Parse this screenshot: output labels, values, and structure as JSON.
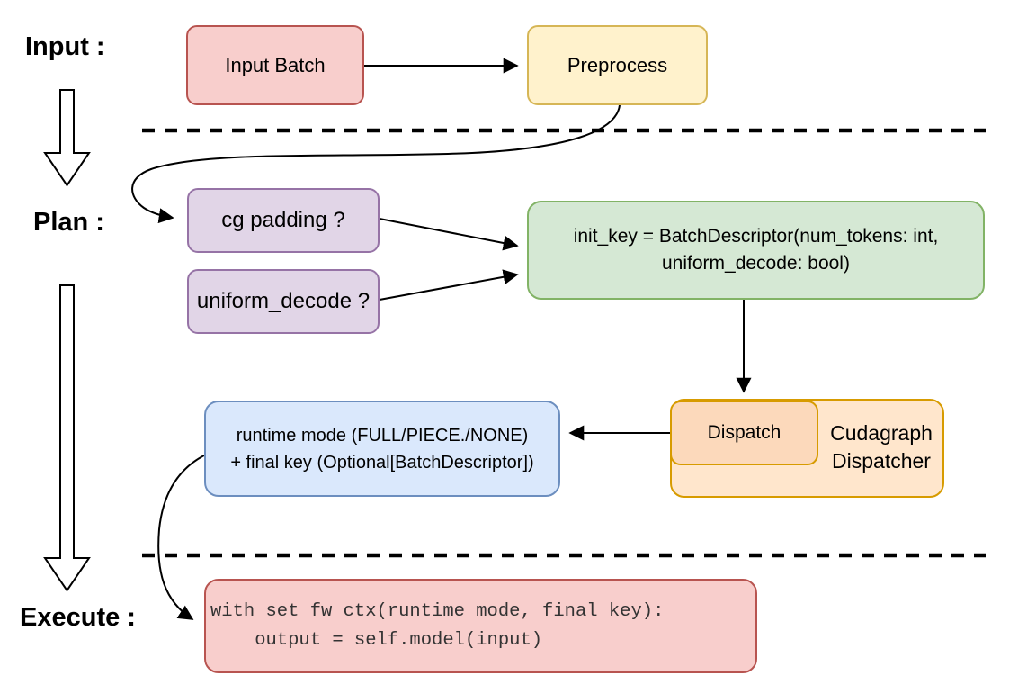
{
  "stages": {
    "input_label": "Input :",
    "plan_label": "Plan :",
    "execute_label": "Execute :"
  },
  "nodes": {
    "input_batch": "Input Batch",
    "preprocess": "Preprocess",
    "cg_padding": "cg padding ?",
    "uniform_decode": "uniform_decode ?",
    "init_key": "init_key = BatchDescriptor(num_tokens: int,\nuniform_decode: bool)",
    "dispatch": "Dispatch",
    "cudagraph_dispatcher": "Cudagraph\nDispatcher",
    "runtime_result": "runtime mode (FULL/PIECE./NONE)\n+ final key (Optional[BatchDescriptor])",
    "execute_code": "with set_fw_ctx(runtime_mode, final_key):\n    output = self.model(input)"
  },
  "palette": {
    "red_fill": "#f8cecc",
    "red_stroke": "#b85450",
    "yellow_fill": "#fff2cc",
    "yellow_stroke": "#d6b656",
    "purple_fill": "#e1d5e7",
    "purple_stroke": "#9673a6",
    "green_fill": "#d5e8d4",
    "green_stroke": "#82b366",
    "blue_fill": "#dae8fc",
    "blue_stroke": "#6c8ebf",
    "orange_fill": "#ffe6cc",
    "orange_inner_fill": "#fcd9bb",
    "orange_stroke": "#d79b00",
    "line_color": "#000000"
  }
}
